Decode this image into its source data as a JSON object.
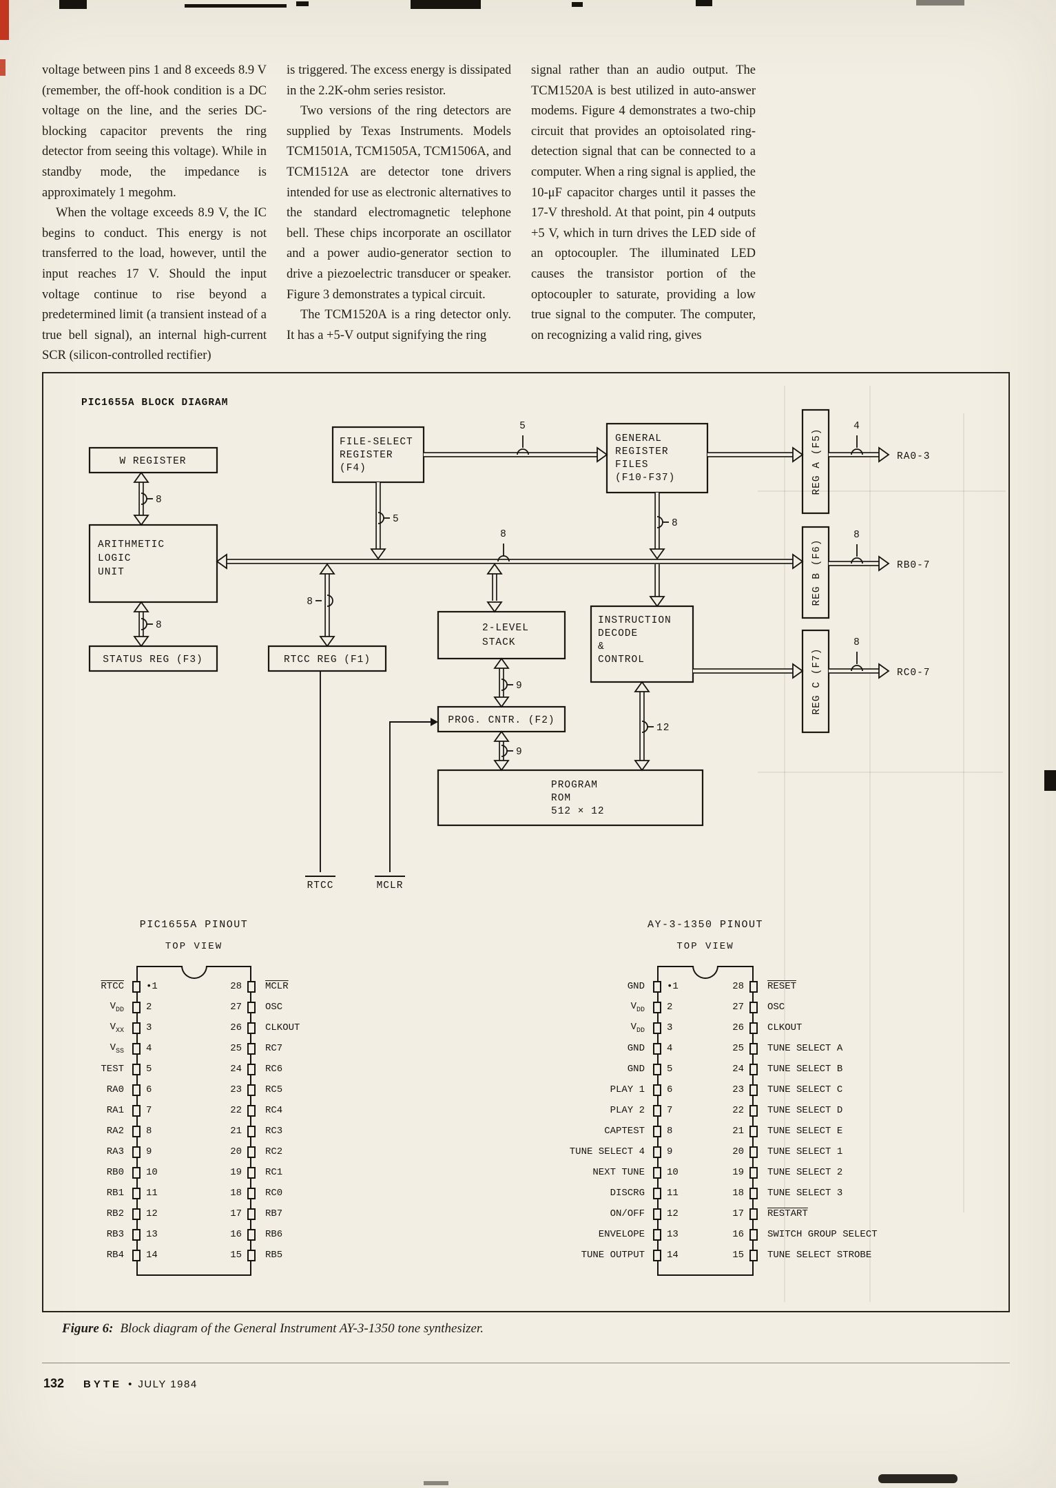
{
  "page": {
    "bg_color": "#f2eee3",
    "footer": {
      "page_number": "132",
      "magazine_name": "BYTE",
      "bullet": "•",
      "issue_date": "JULY 1984"
    }
  },
  "article": {
    "columns": [
      {
        "paragraphs": [
          {
            "cls": "para",
            "text": "voltage between pins 1 and 8 exceeds 8.9 V (remember, the off-hook condition is a DC voltage on the line, and the series DC-blocking capacitor prevents the ring detector from seeing this voltage). While in standby mode, the impedance is approximately 1 megohm."
          },
          {
            "cls": "para ind",
            "text": "When the voltage exceeds 8.9 V, the IC begins to conduct. This energy is not transferred to the load, however, until the input reaches 17 V. Should the input voltage continue to rise beyond a predetermined limit (a transient instead of a true bell signal), an internal high-current SCR (silicon-controlled rectifier)"
          }
        ]
      },
      {
        "paragraphs": [
          {
            "cls": "para",
            "text": "is triggered. The excess energy is dissipated in the 2.2K-ohm series resistor."
          },
          {
            "cls": "para ind",
            "text": "Two versions of the ring detectors are supplied by Texas Instruments. Models TCM1501A, TCM1505A, TCM1506A, and TCM1512A are detector tone drivers intended for use as electronic alternatives to the standard electromagnetic telephone bell. These chips incorporate an oscillator and a power audio-generator section to drive a piezoelectric transducer or speaker. Figure 3 demonstrates a typical circuit."
          },
          {
            "cls": "para ind",
            "text": "The TCM1520A is a ring detector only. It has a +5-V output signifying the ring"
          }
        ]
      },
      {
        "paragraphs": [
          {
            "cls": "para",
            "text": "signal rather than an audio output. The TCM1520A is best utilized in auto-answer modems. Figure 4 demonstrates a two-chip circuit that provides an optoisolated ring-detection signal that can be connected to a computer. When a ring signal is applied, the 10-μF capacitor charges until it passes the 17-V threshold. At that point, pin 4 outputs +5 V, which in turn drives the LED side of an optocoupler. The illuminated LED causes the transistor portion of the optocoupler to saturate, providing a low true signal to the computer. The computer, on recognizing a valid ring, gives"
          }
        ]
      }
    ]
  },
  "figure": {
    "caption": {
      "label": "Figure 6:",
      "text": "Block diagram of the General Instrument AY-3-1350 tone synthesizer."
    },
    "block_diagram": {
      "title": "PIC1655A BLOCK DIAGRAM",
      "boxes": {
        "w_register": "W REGISTER",
        "alu": [
          "ARITHMETIC",
          "LOGIC",
          "UNIT"
        ],
        "status_reg": "STATUS REG (F3)",
        "rtcc_reg": "RTCC REG (F1)",
        "file_select": [
          "FILE-SELECT",
          "REGISTER",
          "(F4)"
        ],
        "general_files": [
          "GENERAL",
          "REGISTER",
          "FILES",
          "(F10-F37)"
        ],
        "stack": [
          "2-LEVEL",
          "STACK"
        ],
        "decode": [
          "INSTRUCTION",
          "DECODE",
          "&",
          "CONTROL"
        ],
        "prog_cntr": "PROG. CNTR. (F2)",
        "program_rom": [
          "PROGRAM",
          "ROM",
          "512 × 12"
        ],
        "reg_a": "REG A (F5)",
        "reg_b": "REG B (F6)",
        "reg_c": "REG C (F7)"
      },
      "bus_widths": {
        "w4": "4",
        "w5": "5",
        "w8": "8",
        "w9": "9",
        "w12": "12"
      },
      "outputs": {
        "a": "RA0-3",
        "b": "RB0-7",
        "c": "RC0-7"
      },
      "pins": {
        "rtcc": "RTCC",
        "mclr": "MCLR"
      }
    },
    "pinouts": [
      {
        "title": "PIC1655A PINOUT",
        "subtitle": "TOP VIEW",
        "rows": [
          {
            "ln": "•1",
            "ll": "<span class='ov'>RTCC</span>",
            "rn": "28",
            "rl": "<span class='ov'>MCLR</span>"
          },
          {
            "ln": "2",
            "ll": "V<sub>DD</sub>",
            "rn": "27",
            "rl": "OSC"
          },
          {
            "ln": "3",
            "ll": "V<sub>XX</sub>",
            "rn": "26",
            "rl": "CLKOUT"
          },
          {
            "ln": "4",
            "ll": "V<sub>SS</sub>",
            "rn": "25",
            "rl": "RC7"
          },
          {
            "ln": "5",
            "ll": "TEST",
            "rn": "24",
            "rl": "RC6"
          },
          {
            "ln": "6",
            "ll": "RA0",
            "rn": "23",
            "rl": "RC5"
          },
          {
            "ln": "7",
            "ll": "RA1",
            "rn": "22",
            "rl": "RC4"
          },
          {
            "ln": "8",
            "ll": "RA2",
            "rn": "21",
            "rl": "RC3"
          },
          {
            "ln": "9",
            "ll": "RA3",
            "rn": "20",
            "rl": "RC2"
          },
          {
            "ln": "10",
            "ll": "RB0",
            "rn": "19",
            "rl": "RC1"
          },
          {
            "ln": "11",
            "ll": "RB1",
            "rn": "18",
            "rl": "RC0"
          },
          {
            "ln": "12",
            "ll": "RB2",
            "rn": "17",
            "rl": "RB7"
          },
          {
            "ln": "13",
            "ll": "RB3",
            "rn": "16",
            "rl": "RB6"
          },
          {
            "ln": "14",
            "ll": "RB4",
            "rn": "15",
            "rl": "RB5"
          }
        ]
      },
      {
        "title": "AY-3-1350 PINOUT",
        "subtitle": "TOP VIEW",
        "rows": [
          {
            "ln": "•1",
            "ll": "GND",
            "rn": "28",
            "rl": "<span class='ov'>RESET</span>"
          },
          {
            "ln": "2",
            "ll": "V<sub>DD</sub>",
            "rn": "27",
            "rl": "OSC"
          },
          {
            "ln": "3",
            "ll": "V<sub>DD</sub>",
            "rn": "26",
            "rl": "CLKOUT"
          },
          {
            "ln": "4",
            "ll": "GND",
            "rn": "25",
            "rl": "TUNE SELECT A"
          },
          {
            "ln": "5",
            "ll": "GND",
            "rn": "24",
            "rl": "TUNE SELECT B"
          },
          {
            "ln": "6",
            "ll": "PLAY 1",
            "rn": "23",
            "rl": "TUNE SELECT C"
          },
          {
            "ln": "7",
            "ll": "PLAY 2",
            "rn": "22",
            "rl": "TUNE SELECT D"
          },
          {
            "ln": "8",
            "ll": "CAPTEST",
            "rn": "21",
            "rl": "TUNE SELECT E"
          },
          {
            "ln": "9",
            "ll": "TUNE SELECT 4",
            "rn": "20",
            "rl": "TUNE SELECT 1"
          },
          {
            "ln": "10",
            "ll": "NEXT TUNE",
            "rn": "19",
            "rl": "TUNE SELECT 2"
          },
          {
            "ln": "11",
            "ll": "DISCRG",
            "rn": "18",
            "rl": "TUNE SELECT 3"
          },
          {
            "ln": "12",
            "ll": "ON/OFF",
            "rn": "17",
            "rl": "<span class='ov'>RESTART</span>"
          },
          {
            "ln": "13",
            "ll": "ENVELOPE",
            "rn": "16",
            "rl": "SWITCH GROUP SELECT"
          },
          {
            "ln": "14",
            "ll": "TUNE OUTPUT",
            "rn": "15",
            "rl": "TUNE SELECT STROBE"
          }
        ]
      }
    ]
  }
}
